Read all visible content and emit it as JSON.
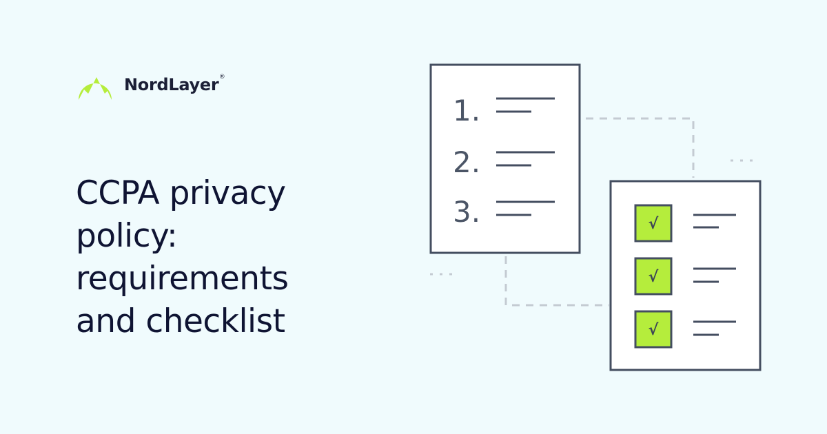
{
  "brand": {
    "name": "NordLayer",
    "registered_mark": "®",
    "logo_icon": "nordlayer-mountain-logo-icon",
    "accent_color": "#b5ed3c"
  },
  "headline": {
    "lines": [
      "CCPA privacy",
      "policy:",
      "requirements",
      "and checklist"
    ]
  },
  "illustration": {
    "numbered_list": {
      "items": [
        "1.",
        "2.",
        "3."
      ]
    },
    "checklist": {
      "check_glyph": "√",
      "items_checked": [
        true,
        true,
        true
      ]
    },
    "colors": {
      "stroke": "#444e60",
      "checkbox_fill": "#b5ed3c",
      "connector": "#c4cbd2",
      "background": "#f0fbfd"
    }
  }
}
